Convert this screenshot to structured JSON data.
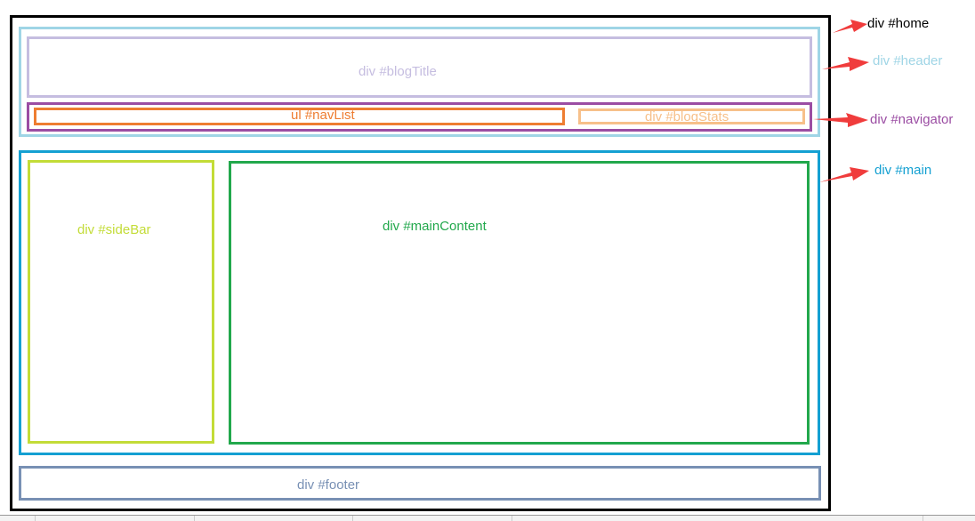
{
  "colors": {
    "home": "#000000",
    "header": "#9fd5e6",
    "blogTitle": "#c5bde0",
    "navigator": "#9b4da3",
    "navList": "#ee7d31",
    "blogStats": "#f7c08a",
    "main": "#14a0d2",
    "sideBar": "#c3dc37",
    "mainContent": "#22a84c",
    "footer": "#7890b4",
    "arrow": "#f03c3c"
  },
  "labels": {
    "home": "div #home",
    "header": "div #header",
    "blogTitle": "div #blogTitle",
    "navigator": "div #navigator",
    "navList": "ul #navList",
    "blogStats": "div #blogStats",
    "main": "div #main",
    "sideBar": "div #sideBar",
    "mainContent": "div #mainContent",
    "footer": "div #footer"
  }
}
